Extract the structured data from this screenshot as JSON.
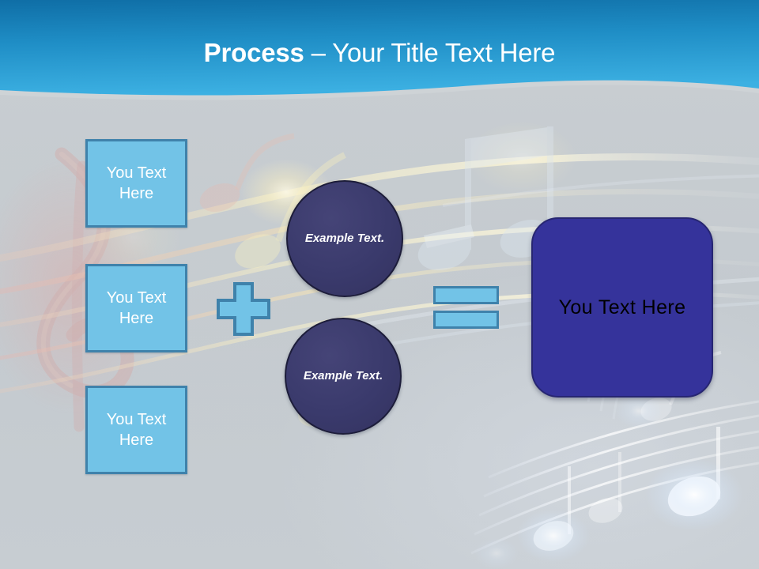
{
  "slide": {
    "title": {
      "bold_part": "Process ",
      "normal_part": "– Your Title Text Here"
    },
    "theme": {
      "header_blue_top": "#1575ad",
      "header_blue_bottom": "#36abe0",
      "body_gray": "#c6ccd1",
      "light_blue_fill": "#72c3e7",
      "light_blue_border": "#3f82ab",
      "circle_navy": "#3a3a6c",
      "result_navy": "#35339b",
      "title_text": "#ffffff",
      "result_text": "#000000"
    }
  },
  "diagram": {
    "input_boxes": [
      {
        "label": "You Text Here"
      },
      {
        "label": "You Text Here"
      },
      {
        "label": "You Text Here"
      }
    ],
    "operator_plus": {
      "icon": "plus-icon",
      "symbol": "+"
    },
    "circles": [
      {
        "label": "Example Text."
      },
      {
        "label": "Example Text."
      }
    ],
    "operator_equals": {
      "icon": "equals-icon",
      "symbol": "="
    },
    "result": {
      "label": "You Text  Here"
    }
  },
  "background": {
    "motif": "musical-notes-and-staff",
    "note_glow_color": "#e8f4ff",
    "warm_note_color": "#f3edc4",
    "clef_tint": "#d9a3a0"
  }
}
